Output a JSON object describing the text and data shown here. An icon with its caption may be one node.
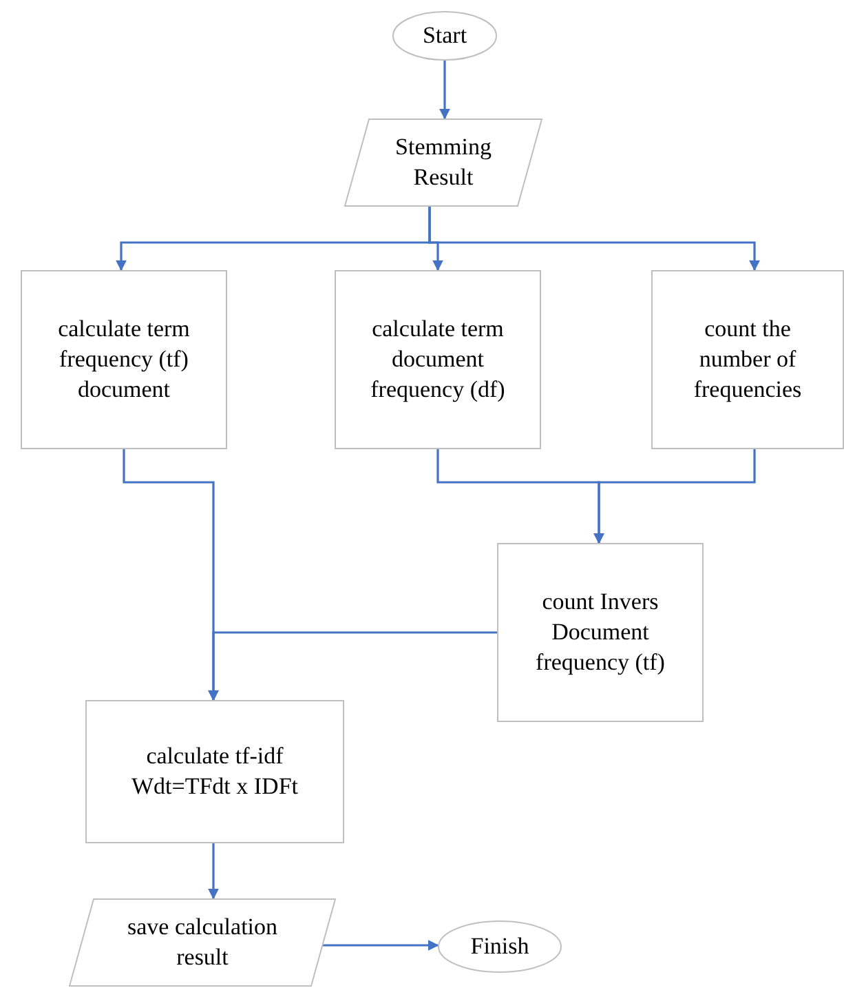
{
  "diagram": {
    "nodes": [
      {
        "text": [
          "Start"
        ]
      },
      {
        "text": [
          "Stemming Result"
        ]
      },
      {
        "text": [
          "calculate term frequency (tf) document"
        ]
      },
      {
        "text": [
          "calculate term document frequency (df)"
        ]
      },
      {
        "text": [
          "count the number of frequencies"
        ]
      },
      {
        "text": [
          "count Invers Document frequency (tf)"
        ]
      },
      {
        "text": [
          "calculate tf-idf",
          "Wdt=TFdt x IDFt"
        ]
      },
      {
        "text": [
          "save calculation result"
        ]
      },
      {
        "text": [
          "Finish"
        ]
      }
    ],
    "edges": [
      {
        "from": 0,
        "to": 1,
        "arrow": "to"
      },
      {
        "from": 1,
        "to": 2,
        "arrow": "to"
      },
      {
        "from": 1,
        "to": 3,
        "arrow": "to"
      },
      {
        "from": 1,
        "to": 4,
        "arrow": "to"
      },
      {
        "from": 2,
        "to": 6,
        "arrow": "to"
      },
      {
        "from": 3,
        "to": 5,
        "arrow": "to"
      },
      {
        "from": 4,
        "to": 5,
        "arrow": "to"
      },
      {
        "from": 5,
        "to": 6,
        "arrow": "to"
      },
      {
        "from": 6,
        "to": 7,
        "arrow": "to"
      },
      {
        "from": 7,
        "to": 8,
        "arrow": "to"
      }
    ]
  }
}
